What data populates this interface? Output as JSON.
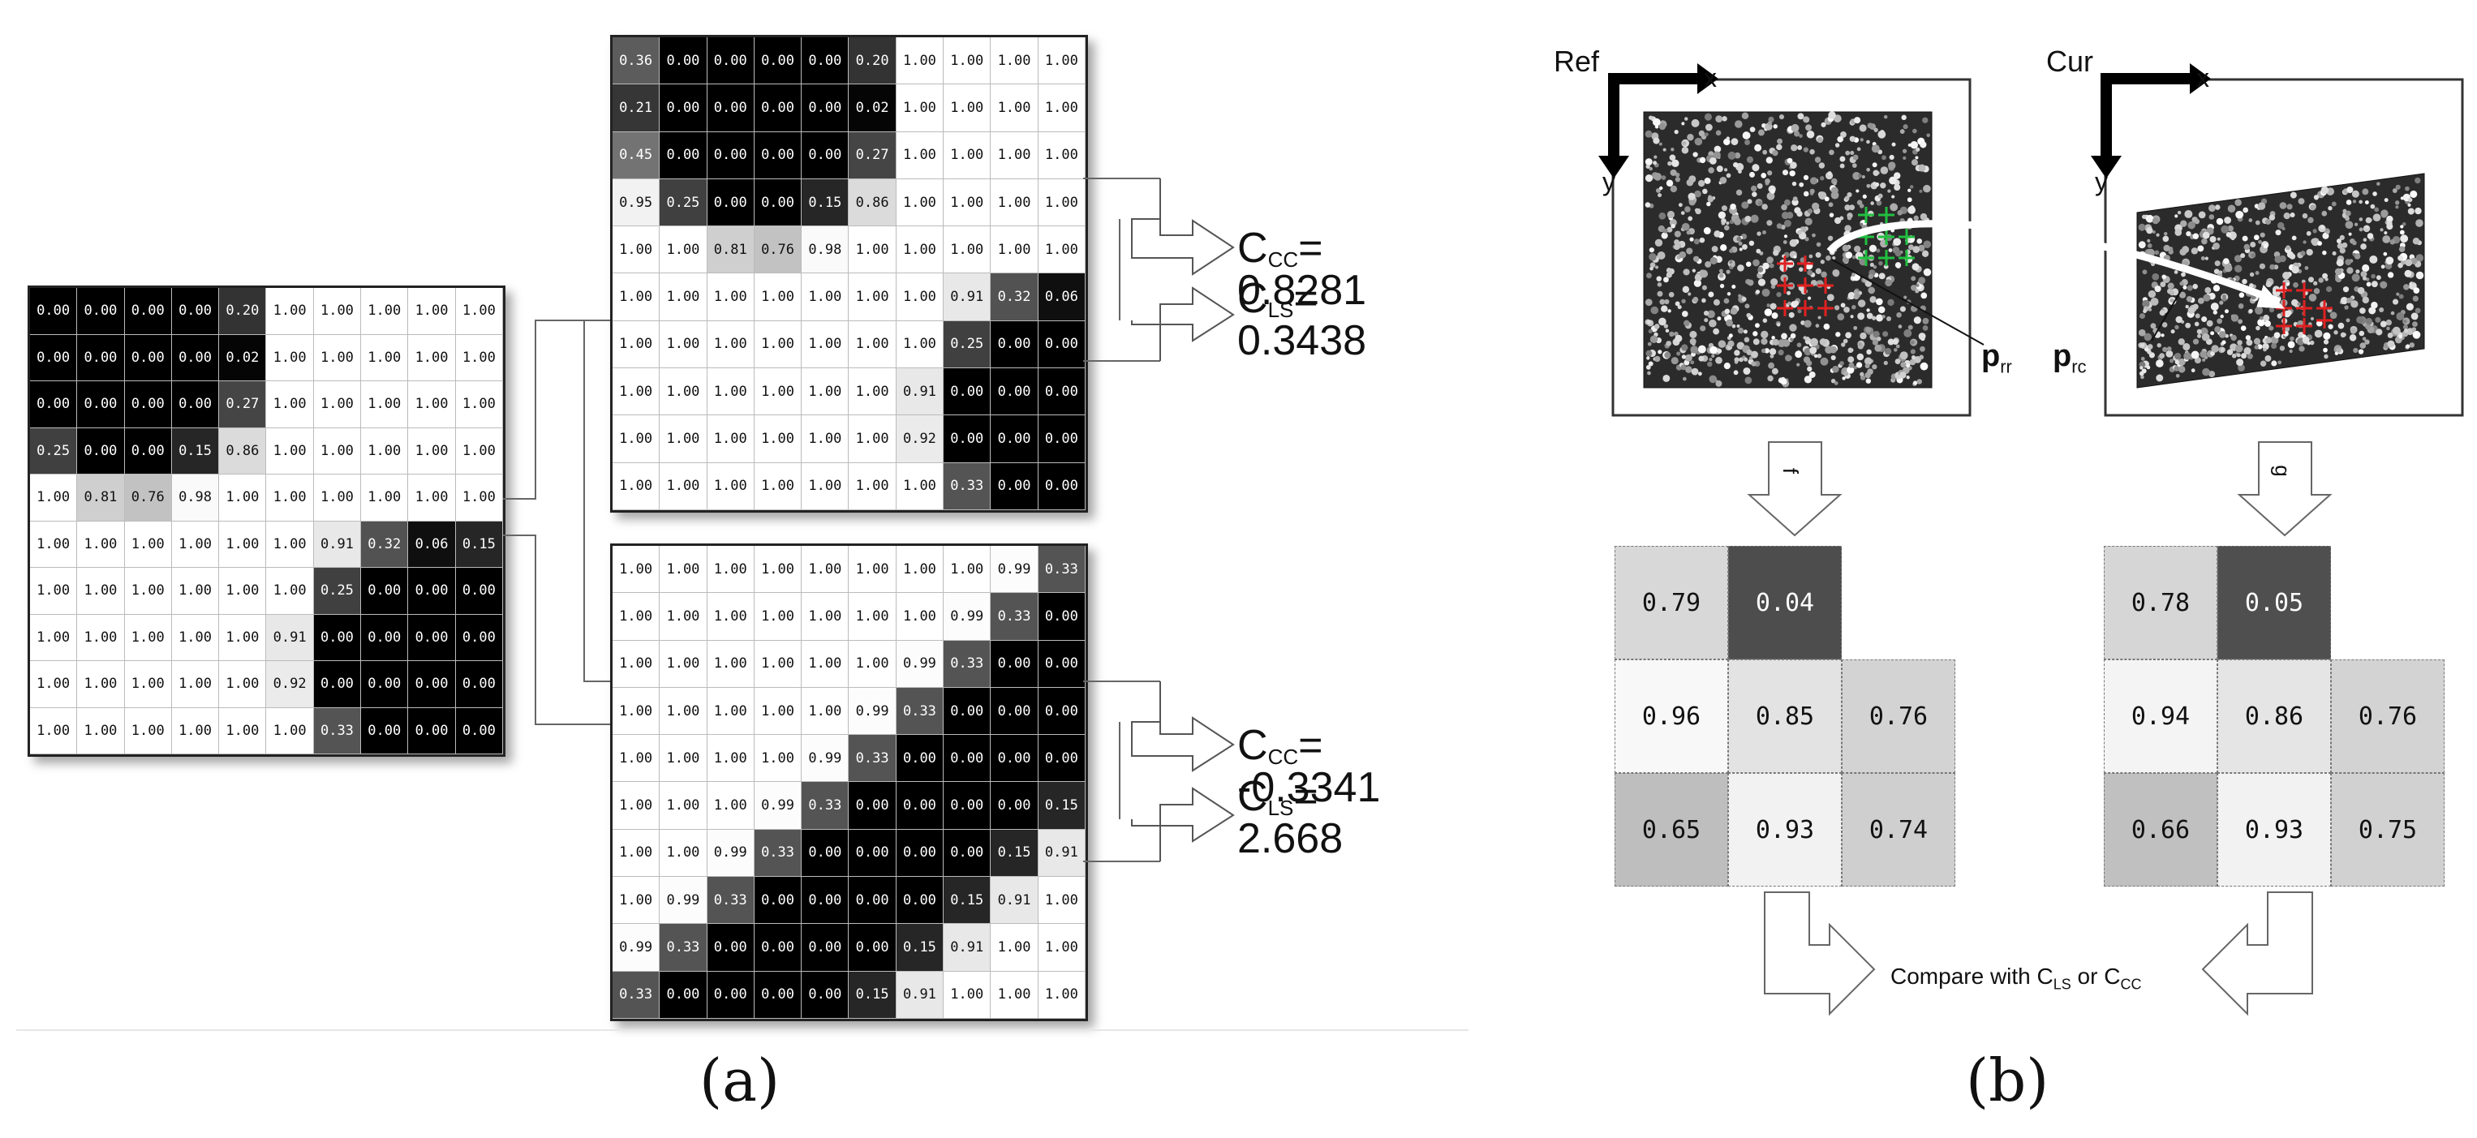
{
  "panel_a": {
    "label": "(a)",
    "left_matrix": [
      [
        "0.00",
        "0.00",
        "0.00",
        "0.00",
        "0.20",
        "1.00",
        "1.00",
        "1.00",
        "1.00",
        "1.00"
      ],
      [
        "0.00",
        "0.00",
        "0.00",
        "0.00",
        "0.02",
        "1.00",
        "1.00",
        "1.00",
        "1.00",
        "1.00"
      ],
      [
        "0.00",
        "0.00",
        "0.00",
        "0.00",
        "0.27",
        "1.00",
        "1.00",
        "1.00",
        "1.00",
        "1.00"
      ],
      [
        "0.25",
        "0.00",
        "0.00",
        "0.15",
        "0.86",
        "1.00",
        "1.00",
        "1.00",
        "1.00",
        "1.00"
      ],
      [
        "1.00",
        "0.81",
        "0.76",
        "0.98",
        "1.00",
        "1.00",
        "1.00",
        "1.00",
        "1.00",
        "1.00"
      ],
      [
        "1.00",
        "1.00",
        "1.00",
        "1.00",
        "1.00",
        "1.00",
        "0.91",
        "0.32",
        "0.06",
        "0.15"
      ],
      [
        "1.00",
        "1.00",
        "1.00",
        "1.00",
        "1.00",
        "1.00",
        "0.25",
        "0.00",
        "0.00",
        "0.00"
      ],
      [
        "1.00",
        "1.00",
        "1.00",
        "1.00",
        "1.00",
        "0.91",
        "0.00",
        "0.00",
        "0.00",
        "0.00"
      ],
      [
        "1.00",
        "1.00",
        "1.00",
        "1.00",
        "1.00",
        "0.92",
        "0.00",
        "0.00",
        "0.00",
        "0.00"
      ],
      [
        "1.00",
        "1.00",
        "1.00",
        "1.00",
        "1.00",
        "1.00",
        "0.33",
        "0.00",
        "0.00",
        "0.00"
      ]
    ],
    "top_matrix": [
      [
        "0.36",
        "0.00",
        "0.00",
        "0.00",
        "0.00",
        "0.20",
        "1.00",
        "1.00",
        "1.00",
        "1.00"
      ],
      [
        "0.21",
        "0.00",
        "0.00",
        "0.00",
        "0.00",
        "0.02",
        "1.00",
        "1.00",
        "1.00",
        "1.00"
      ],
      [
        "0.45",
        "0.00",
        "0.00",
        "0.00",
        "0.00",
        "0.27",
        "1.00",
        "1.00",
        "1.00",
        "1.00"
      ],
      [
        "0.95",
        "0.25",
        "0.00",
        "0.00",
        "0.15",
        "0.86",
        "1.00",
        "1.00",
        "1.00",
        "1.00"
      ],
      [
        "1.00",
        "1.00",
        "0.81",
        "0.76",
        "0.98",
        "1.00",
        "1.00",
        "1.00",
        "1.00",
        "1.00"
      ],
      [
        "1.00",
        "1.00",
        "1.00",
        "1.00",
        "1.00",
        "1.00",
        "1.00",
        "0.91",
        "0.32",
        "0.06"
      ],
      [
        "1.00",
        "1.00",
        "1.00",
        "1.00",
        "1.00",
        "1.00",
        "1.00",
        "0.25",
        "0.00",
        "0.00"
      ],
      [
        "1.00",
        "1.00",
        "1.00",
        "1.00",
        "1.00",
        "1.00",
        "0.91",
        "0.00",
        "0.00",
        "0.00"
      ],
      [
        "1.00",
        "1.00",
        "1.00",
        "1.00",
        "1.00",
        "1.00",
        "0.92",
        "0.00",
        "0.00",
        "0.00"
      ],
      [
        "1.00",
        "1.00",
        "1.00",
        "1.00",
        "1.00",
        "1.00",
        "1.00",
        "0.33",
        "0.00",
        "0.00"
      ]
    ],
    "bottom_matrix": [
      [
        "1.00",
        "1.00",
        "1.00",
        "1.00",
        "1.00",
        "1.00",
        "1.00",
        "1.00",
        "0.99",
        "0.33"
      ],
      [
        "1.00",
        "1.00",
        "1.00",
        "1.00",
        "1.00",
        "1.00",
        "1.00",
        "0.99",
        "0.33",
        "0.00"
      ],
      [
        "1.00",
        "1.00",
        "1.00",
        "1.00",
        "1.00",
        "1.00",
        "0.99",
        "0.33",
        "0.00",
        "0.00"
      ],
      [
        "1.00",
        "1.00",
        "1.00",
        "1.00",
        "1.00",
        "0.99",
        "0.33",
        "0.00",
        "0.00",
        "0.00"
      ],
      [
        "1.00",
        "1.00",
        "1.00",
        "1.00",
        "0.99",
        "0.33",
        "0.00",
        "0.00",
        "0.00",
        "0.00"
      ],
      [
        "1.00",
        "1.00",
        "1.00",
        "0.99",
        "0.33",
        "0.00",
        "0.00",
        "0.00",
        "0.00",
        "0.15"
      ],
      [
        "1.00",
        "1.00",
        "0.99",
        "0.33",
        "0.00",
        "0.00",
        "0.00",
        "0.00",
        "0.15",
        "0.91"
      ],
      [
        "1.00",
        "0.99",
        "0.33",
        "0.00",
        "0.00",
        "0.00",
        "0.00",
        "0.15",
        "0.91",
        "1.00"
      ],
      [
        "0.99",
        "0.33",
        "0.00",
        "0.00",
        "0.00",
        "0.00",
        "0.15",
        "0.91",
        "1.00",
        "1.00"
      ],
      [
        "0.33",
        "0.00",
        "0.00",
        "0.00",
        "0.00",
        "0.15",
        "0.91",
        "1.00",
        "1.00",
        "1.00"
      ]
    ],
    "top_metrics": {
      "ccc_sym": "C",
      "ccc_sub": "CC",
      "ccc_val": "= 0.8281",
      "cls_sym": "C",
      "cls_sub": "LS",
      "cls_val": "= 0.3438"
    },
    "bottom_metrics": {
      "ccc_sym": "C",
      "ccc_sub": "CC",
      "ccc_val": "= -0.3341",
      "cls_sym": "C",
      "cls_sub": "LS",
      "cls_val": "= 2.668"
    }
  },
  "panel_b": {
    "label": "(b)",
    "ref_label": "Ref",
    "cur_label": "Cur",
    "axis_x": "x",
    "axis_y": "y",
    "p_rr_main": "p",
    "p_rr_sub": "rr",
    "p_rc_main": "p",
    "p_rc_sub": "rc",
    "func_f": "f",
    "func_g": "g",
    "left_patch": [
      [
        "0.79",
        "0.04",
        ""
      ],
      [
        "0.96",
        "0.85",
        "0.76"
      ],
      [
        "0.65",
        "0.93",
        "0.74"
      ]
    ],
    "right_patch": [
      [
        "0.78",
        "0.05",
        ""
      ],
      [
        "0.94",
        "0.86",
        "0.76"
      ],
      [
        "0.66",
        "0.93",
        "0.75"
      ]
    ],
    "compare_pre": "Compare with C",
    "compare_sub1": "LS",
    "compare_mid": " or C",
    "compare_sub2": "CC"
  }
}
